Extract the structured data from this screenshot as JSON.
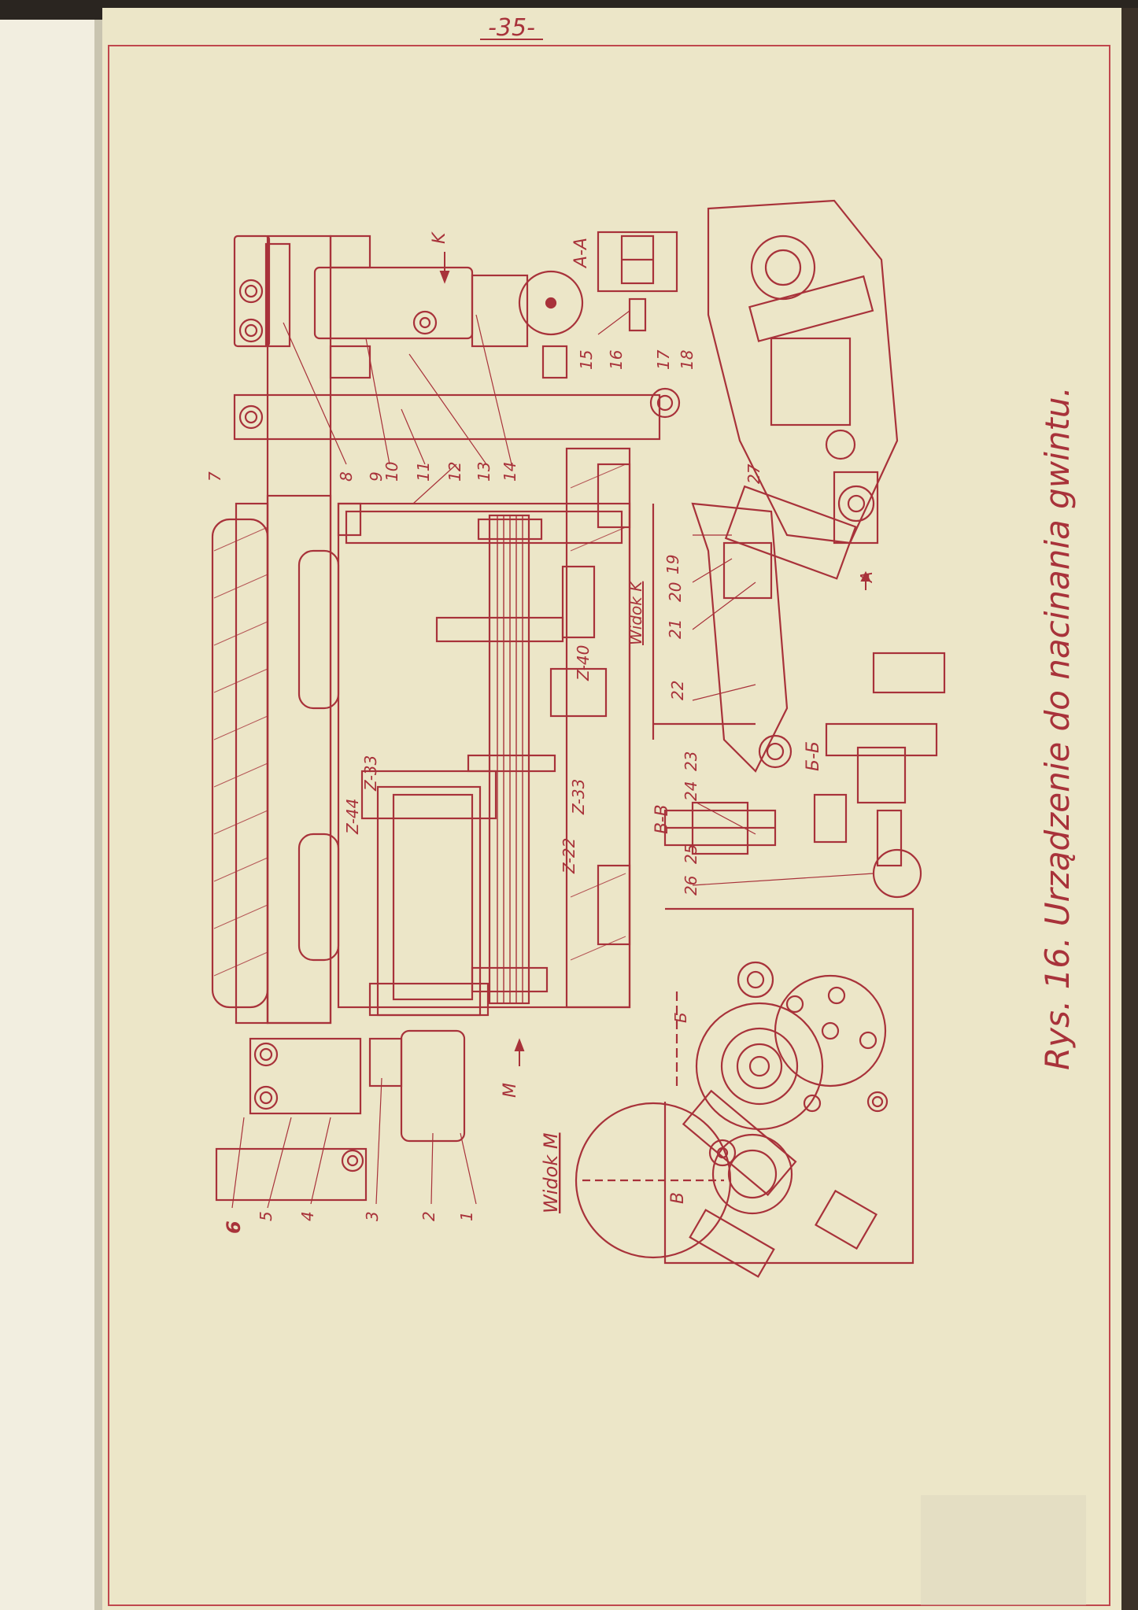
{
  "page_number": "-35-",
  "caption": "Rys. 16. Urządzenie do nacinania gwintu.",
  "colors": {
    "paper": "#ece6c8",
    "ink": "#a8323a",
    "page_edge": "#f2eee0"
  },
  "part_numbers": [
    "1",
    "2",
    "3",
    "4",
    "5",
    "6",
    "7",
    "8",
    "9",
    "10",
    "11",
    "12",
    "13",
    "14",
    "15",
    "16",
    "17",
    "18",
    "19",
    "20",
    "21",
    "22",
    "23",
    "24",
    "25",
    "26",
    "27"
  ],
  "view_labels": {
    "view_m": "Widok M",
    "view_k": "Widok K",
    "section_aa": "A-A",
    "section_bb": "Б-Б",
    "section_bb2": "B-B",
    "section_b": "B",
    "arrow_m": "M",
    "arrow_k": "K",
    "arrow_a": "A",
    "arrow_b": "Б"
  },
  "gear_labels": {
    "z44": "Z-44",
    "z33_top": "Z-33",
    "z22": "Z-22",
    "z33": "Z-33",
    "z40": "Z-40"
  }
}
